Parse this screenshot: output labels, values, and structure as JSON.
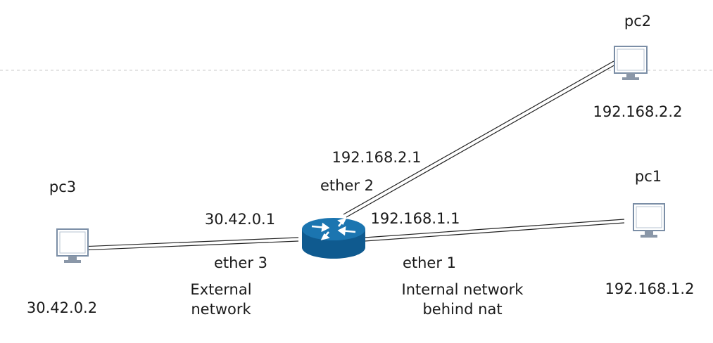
{
  "nodes": {
    "pc1": {
      "name": "pc1",
      "ip": "192.168.1.2",
      "icon": "computer-monitor-icon"
    },
    "pc2": {
      "name": "pc2",
      "ip": "192.168.2.2",
      "icon": "computer-monitor-icon"
    },
    "pc3": {
      "name": "pc3",
      "ip": "30.42.0.2",
      "icon": "computer-monitor-icon"
    },
    "router": {
      "icon": "router-icon",
      "color": "#1b6fa8"
    }
  },
  "interfaces": {
    "ether1": {
      "name": "ether 1",
      "ip": "192.168.1.1"
    },
    "ether2": {
      "name": "ether 2",
      "ip": "192.168.2.1"
    },
    "ether3": {
      "name": "ether 3",
      "ip": "30.42.0.1"
    }
  },
  "zones": {
    "external": {
      "line1": "External",
      "line2": "network"
    },
    "internal": {
      "line1": "Internal network",
      "line2": "behind nat"
    }
  },
  "colors": {
    "link": "#222222",
    "divider": "#c8c8c8",
    "monitor_fill": "#ffffff",
    "monitor_stroke": "#7b8ea6"
  }
}
